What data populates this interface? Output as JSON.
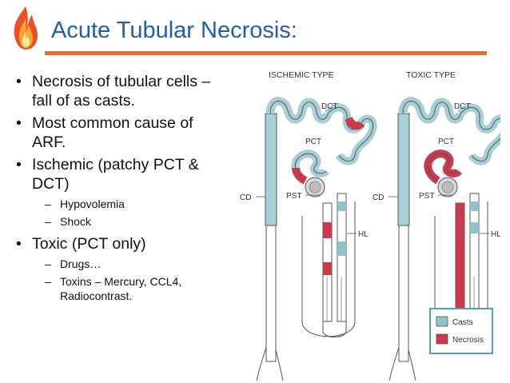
{
  "slide": {
    "title": "Acute Tubular Necrosis:",
    "accent_color": "#e8702a",
    "title_color": "#1f5fa8"
  },
  "bullets": [
    {
      "level": 1,
      "lines": [
        "Necrosis of tubular cells –",
        "fall of as casts."
      ]
    },
    {
      "level": 1,
      "lines": [
        "Most common cause of",
        "ARF."
      ]
    },
    {
      "level": 1,
      "lines": [
        "Ischemic (patchy PCT &",
        "DCT)"
      ]
    },
    {
      "level": 2,
      "lines": [
        "Hypovolemia"
      ]
    },
    {
      "level": 2,
      "lines": [
        "Shock"
      ]
    },
    {
      "level": 1,
      "lines": [
        "Toxic (PCT only)"
      ]
    },
    {
      "level": 2,
      "lines": [
        "Drugs…"
      ]
    },
    {
      "level": 2,
      "lines": [
        "Toxins – Mercury, CCL4,",
        "Radiocontrast."
      ]
    }
  ],
  "diagram": {
    "ischemic_title": "ISCHEMIC TYPE",
    "toxic_title": "TOXIC TYPE",
    "labels": {
      "dct": "DCT",
      "pct": "PCT",
      "cd": "CD",
      "pst": "PST",
      "hl": "HL"
    },
    "legend": {
      "casts": "Casts",
      "necrosis": "Necrosis"
    },
    "colors": {
      "tubule": "#a9cfd6",
      "casts": "#8fc3c9",
      "necrosis": "#c83a4e",
      "outline": "#4c4c4c"
    }
  }
}
